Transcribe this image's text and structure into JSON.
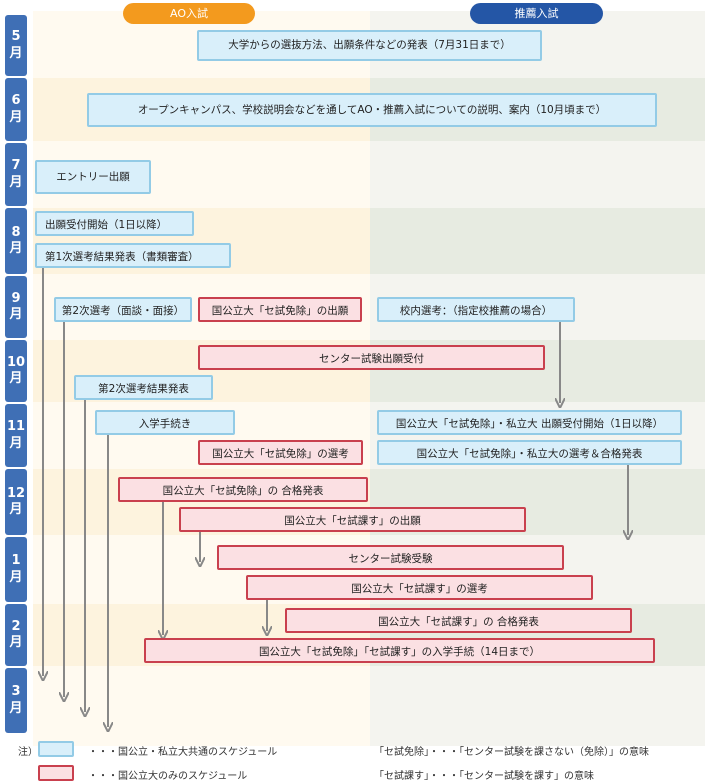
{
  "headers": {
    "ao": "AO入試",
    "suisen": "推薦入試"
  },
  "months": [
    {
      "num": "5",
      "unit": "月"
    },
    {
      "num": "6",
      "unit": "月"
    },
    {
      "num": "7",
      "unit": "月"
    },
    {
      "num": "8",
      "unit": "月"
    },
    {
      "num": "9",
      "unit": "月"
    },
    {
      "num": "10",
      "unit": "月"
    },
    {
      "num": "11",
      "unit": "月"
    },
    {
      "num": "12",
      "unit": "月"
    },
    {
      "num": "1",
      "unit": "月"
    },
    {
      "num": "2",
      "unit": "月"
    },
    {
      "num": "3",
      "unit": "月"
    }
  ],
  "events": {
    "may_announce": "大学からの選抜方法、出願条件などの発表（7月31日まで）",
    "june_open_campus": "オープンキャンパス、学校説明会などを通してAO・推薦入試についての説明、案内（10月頃まで）",
    "july_entry": "エントリー出願",
    "aug_accept": "出願受付開始（1日以降）",
    "aug_first_result": "第1次選考結果発表（書類審査）",
    "sep_second_select": "第2次選考（面談・面接）",
    "sep_kokkoritsu_apply": "国公立大「セ試免除」の出願",
    "sep_school_select": "校内選考：（指定校推薦の場合）",
    "oct_center_apply": "センター試験出願受付",
    "oct_second_result": "第2次選考結果発表",
    "nov_procedure": "入学手続き",
    "nov_suisen_accept": "国公立大「セ試免除」・私立大 出願受付開始（1日以降）",
    "nov_kokkoritsu_select": "国公立大「セ試免除」の選考",
    "nov_suisen_select": "国公立大「セ試免除」・私立大の選考＆合格発表",
    "dec_kokkoritsu_result": "国公立大「セ試免除」の 合格発表",
    "dec_kasu_apply": "国公立大「セ試課す」の出願",
    "jan_center_exam": "センター試験受験",
    "jan_kasu_select": "国公立大「セ試課す」の選考",
    "feb_kasu_result": "国公立大「セ試課す」の 合格発表",
    "feb_procedure": "国公立大「セ試免除」「セ試課す」の入学手続（14日まで）"
  },
  "legend": {
    "note_label": "注）",
    "common": "・・・国公立・私立大共通のスケジュール",
    "kokkoritsu_only": "・・・国公立大のみのスケジュール",
    "def_menjo": "「セ試免除」・・・「センター試験を課さない（免除）」の意味",
    "def_kasu": "「セ試課す」・・・「センター試験を課す」の意味"
  },
  "colors": {
    "ao": "#f39a1e",
    "suisen": "#2456a6",
    "month_tab": "#3f6fb5",
    "common_fill": "#d9effa",
    "common_border": "#93cbe6",
    "kokkoritsu_fill": "#fbe0e3",
    "kokkoritsu_border": "#c9404e",
    "arrow": "#888888"
  }
}
